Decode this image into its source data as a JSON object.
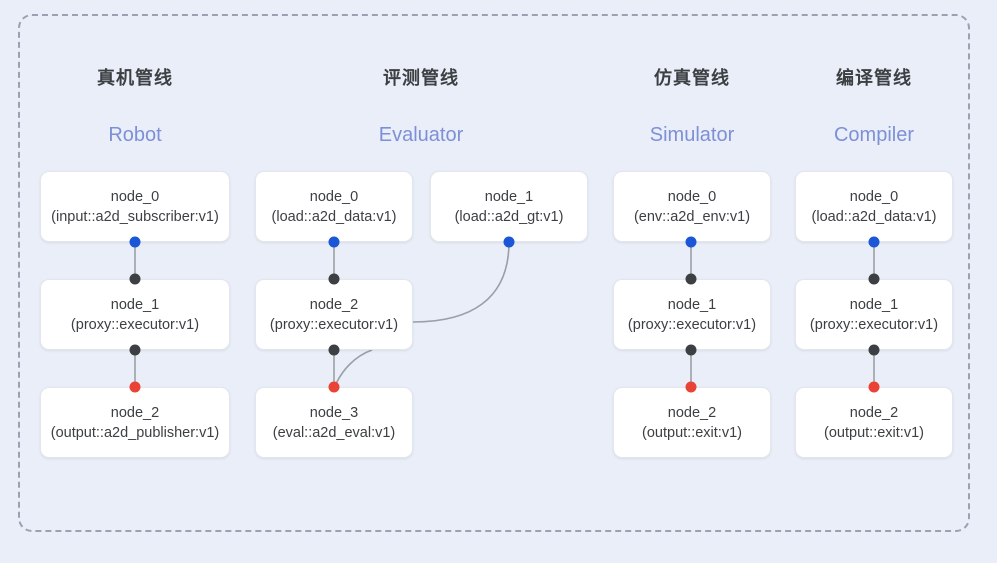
{
  "diagram": {
    "frame_label": "pipeline-group",
    "background_color": "#eaeef8",
    "frame_border_color": "#9aa2b1",
    "colors": {
      "port_input": "#1a56d6",
      "port_mid": "#3c4043",
      "port_output": "#ea4335",
      "edge": "#9aa0a6",
      "node_bg": "#ffffff",
      "title": "#3c4043",
      "subtitle": "#7d90d6"
    }
  },
  "columns": [
    {
      "title": "真机管线",
      "subtitle": "Robot",
      "nodes": [
        {
          "name": "node_0",
          "type": "(input::a2d_subscriber:v1)"
        },
        {
          "name": "node_1",
          "type": "(proxy::executor:v1)"
        },
        {
          "name": "node_2",
          "type": "(output::a2d_publisher:v1)"
        }
      ]
    },
    {
      "title": "评测管线",
      "subtitle": "Evaluator",
      "nodes": [
        {
          "name": "node_0",
          "type": "(load::a2d_data:v1)"
        },
        {
          "name": "node_1",
          "type": "(load::a2d_gt:v1)"
        },
        {
          "name": "node_2",
          "type": "(proxy::executor:v1)"
        },
        {
          "name": "node_3",
          "type": "(eval::a2d_eval:v1)"
        }
      ]
    },
    {
      "title": "仿真管线",
      "subtitle": "Simulator",
      "nodes": [
        {
          "name": "node_0",
          "type": "(env::a2d_env:v1)"
        },
        {
          "name": "node_1",
          "type": "(proxy::executor:v1)"
        },
        {
          "name": "node_2",
          "type": "(output::exit:v1)"
        }
      ]
    },
    {
      "title": "编译管线",
      "subtitle": "Compiler",
      "nodes": [
        {
          "name": "node_0",
          "type": "(load::a2d_data:v1)"
        },
        {
          "name": "node_1",
          "type": "(proxy::executor:v1)"
        },
        {
          "name": "node_2",
          "type": "(output::exit:v1)"
        }
      ]
    }
  ]
}
